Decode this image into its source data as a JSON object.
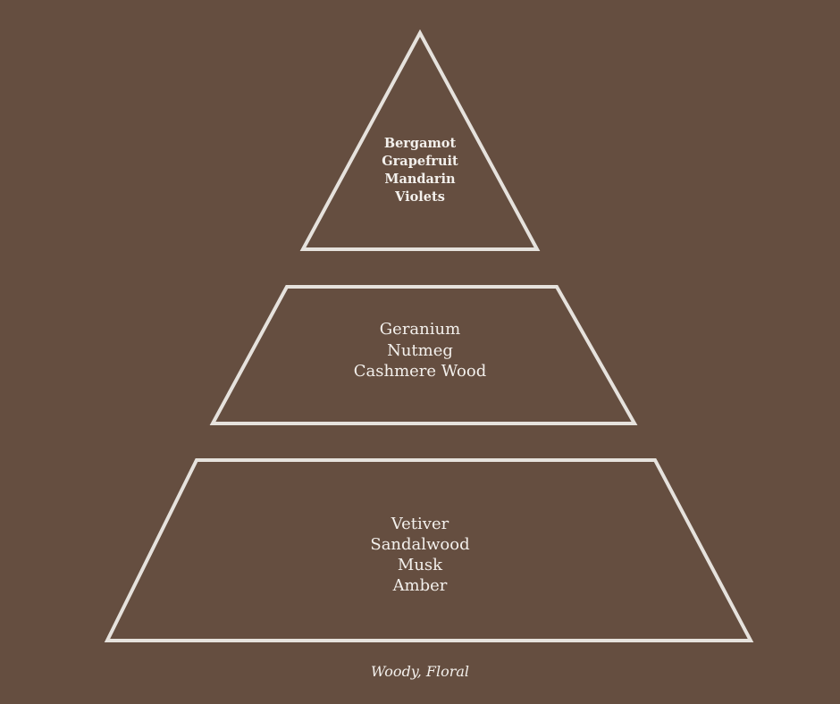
{
  "top_notes": [
    "Bergamot",
    "Grapefruit",
    "Mandarin",
    "Violets"
  ],
  "middle_notes": [
    "Geranium",
    "Nutmeg",
    "Cashmere Wood"
  ],
  "base_notes": [
    "Vetiver",
    "Sandalwood",
    "Musk",
    "Amber"
  ],
  "fragrance_family": "Woody, Floral",
  "colors": {
    "background": "#654e40",
    "outline": "#e6e2dd",
    "text": "#f3f0ec"
  }
}
